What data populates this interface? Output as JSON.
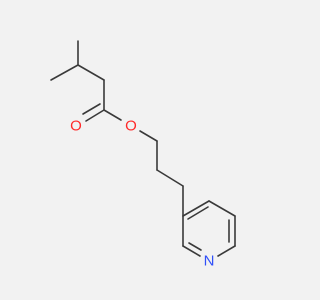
{
  "molecule": {
    "atoms": {
      "oxygen_carbonyl": {
        "symbol": "O",
        "color": "#ff2a2a"
      },
      "oxygen_ester": {
        "symbol": "O",
        "color": "#ff2a2a"
      },
      "nitrogen_ring": {
        "symbol": "N",
        "color": "#3050f8"
      }
    },
    "bond_color": "#3a3a3a",
    "background": "#f2f2f2"
  }
}
